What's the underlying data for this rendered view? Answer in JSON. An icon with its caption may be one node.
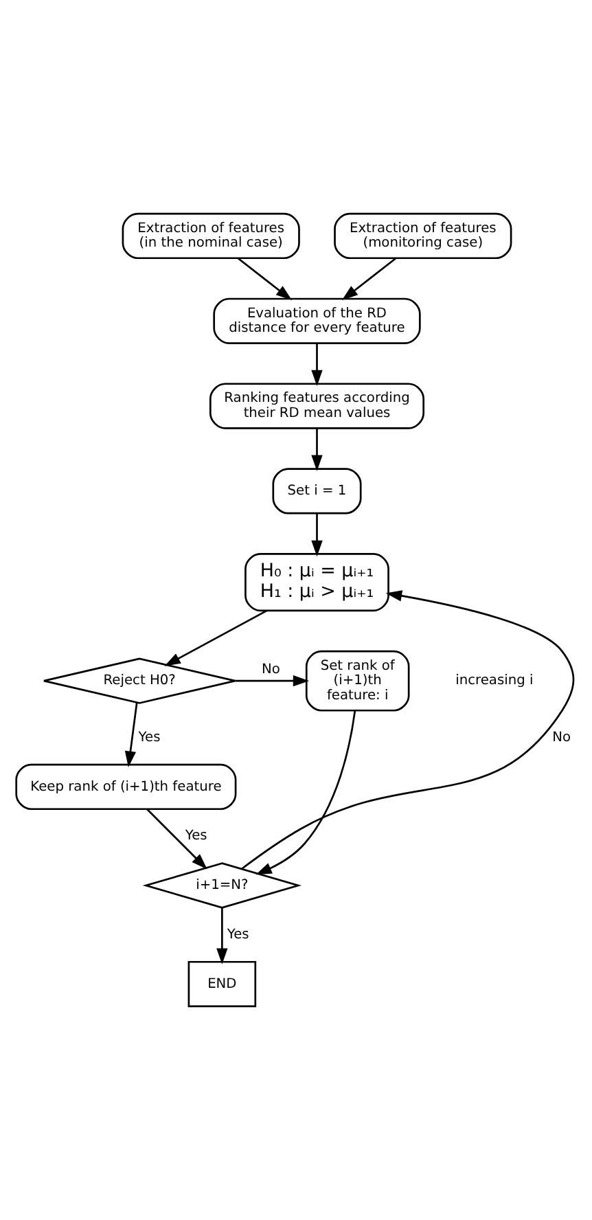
{
  "diagram": {
    "nodes": [
      {
        "text": [
          "Extraction of features (in the nominal case)"
        ]
      },
      {
        "text": [
          "Extraction of features (monitoring case)"
        ]
      },
      {
        "text": [
          "Evaluation of the RD distance for every feature"
        ]
      },
      {
        "text": [
          "Ranking features according their RD mean values"
        ]
      },
      {
        "text": [
          "Set i = 1"
        ]
      },
      {
        "text": [
          "H₀ : μᵢ = μᵢ₊₁",
          "H₁ : μᵢ > μᵢ₊₁"
        ]
      },
      {
        "text": [
          "Reject H0?"
        ]
      },
      {
        "text": [
          "Set rank of (i+1)th feature: i"
        ]
      },
      {
        "text": [
          "Keep rank of (i+1)th feature"
        ]
      },
      {
        "text": [
          "i+1=N?"
        ]
      },
      {
        "text": [
          "END"
        ]
      }
    ],
    "edges": [
      {
        "from": 0,
        "to": 2,
        "arrow": "to"
      },
      {
        "from": 1,
        "to": 2,
        "arrow": "to"
      },
      {
        "from": 2,
        "to": 3,
        "arrow": "to"
      },
      {
        "from": 3,
        "to": 4,
        "arrow": "to"
      },
      {
        "from": 4,
        "to": 5,
        "arrow": "to"
      },
      {
        "from": 5,
        "to": 6,
        "arrow": "to"
      },
      {
        "from": 6,
        "to": 7,
        "arrow": "to",
        "label": "No"
      },
      {
        "from": 6,
        "to": 8,
        "arrow": "to",
        "label": "Yes"
      },
      {
        "from": 8,
        "to": 9,
        "arrow": "to",
        "label": "Yes"
      },
      {
        "from": 7,
        "to": 9,
        "arrow": "to"
      },
      {
        "from": 9,
        "to": 5,
        "arrow": "to",
        "label": "No"
      },
      {
        "from": 9,
        "to": 10,
        "arrow": "to",
        "label": "Yes"
      }
    ],
    "labels": [
      "increasing i"
    ]
  }
}
